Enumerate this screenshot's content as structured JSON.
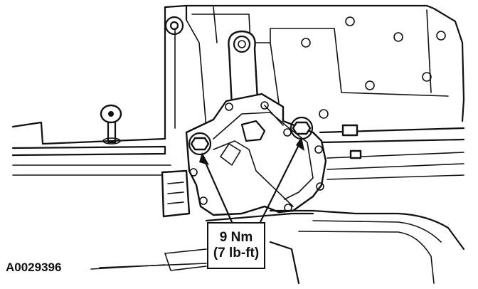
{
  "figure": {
    "id": "A0029396"
  },
  "callout": {
    "torque_metric": "9 Nm",
    "torque_imperial": "(7 lb-ft)"
  },
  "colors": {
    "ink": "#111111",
    "background": "#ffffff"
  }
}
